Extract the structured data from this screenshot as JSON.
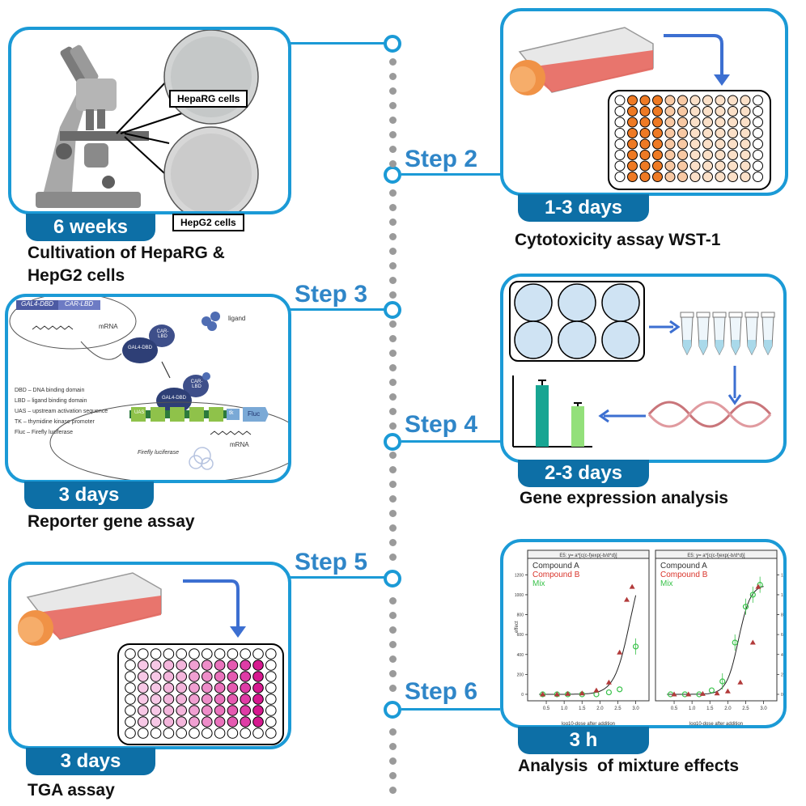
{
  "steps": {
    "step2": "Step 2",
    "step3": "Step 3",
    "step4": "Step 4",
    "step5": "Step 5",
    "step6": "Step 6"
  },
  "panel1": {
    "badge": "6 weeks",
    "caption_line1": "Cultivation of HepaRG &",
    "caption_line2": "HepG2 cells",
    "label_heparg": "HepaRG cells",
    "label_hepg2": "HepG2 cells"
  },
  "panel2": {
    "badge": "1-3 days",
    "caption": "Cytotoxicity assay WST-1"
  },
  "panel3": {
    "badge": "3 days",
    "caption": "Reporter gene assay",
    "gal4_dbd": "GAL4-DBD",
    "car_lbd": "CAR-LBD",
    "mrna": "mRNA",
    "ligand": "ligand",
    "gal4_mol": "GAL4-DBD",
    "car_mol": "CAR-LBD",
    "uas": "UAS",
    "tk": "tk",
    "fluc": "Fluc",
    "firefly": "Firefly luciferase",
    "legend": [
      "DBD – DNA binding domain",
      "LBD – ligand binding domain",
      "UAS – upstream activation sequence",
      "TK – thymidine kinase promoter",
      "Fluc – Firefly luciferase"
    ]
  },
  "panel4": {
    "badge": "2-3 days",
    "caption": "Gene expression analysis"
  },
  "panel5": {
    "badge": "3 days",
    "caption": "TGA assay"
  },
  "panel6": {
    "badge": "3 h",
    "caption": "Analysis  of mixture effects",
    "left_title": "E5: y= a*[c(c-f)exp(-b/d*d)]",
    "right_title": "E5: y= a*[c(c-f)exp(-b/d*d)]",
    "legend": [
      "Compound A",
      "Compound B",
      "Mix"
    ],
    "legend_colors": [
      "#333333",
      "#d9342b",
      "#39c24a"
    ],
    "xlabel": "log10-dose after addition",
    "ylabel": "effect",
    "xticks": [
      "0.5",
      "1.0",
      "1.5",
      "2.0",
      "2.5",
      "3.0"
    ],
    "yticks": [
      "0",
      "200",
      "400",
      "600",
      "800",
      "1000",
      "1200"
    ]
  }
}
